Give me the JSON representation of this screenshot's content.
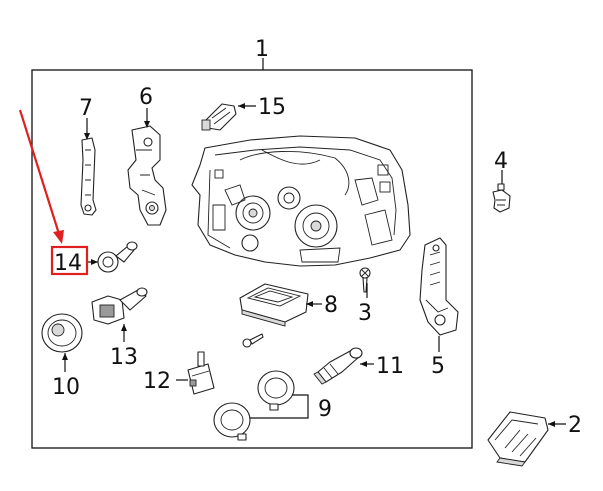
{
  "diagram": {
    "callouts": {
      "c1": "1",
      "c2": "2",
      "c3": "3",
      "c4": "4",
      "c5": "5",
      "c6": "6",
      "c7": "7",
      "c8": "8",
      "c9": "9",
      "c10": "10",
      "c11": "11",
      "c12": "12",
      "c13": "13",
      "c14": "14",
      "c15": "15"
    },
    "highlighted_callout": "14",
    "highlight_color": "#e02020",
    "line_color": "#111111"
  }
}
